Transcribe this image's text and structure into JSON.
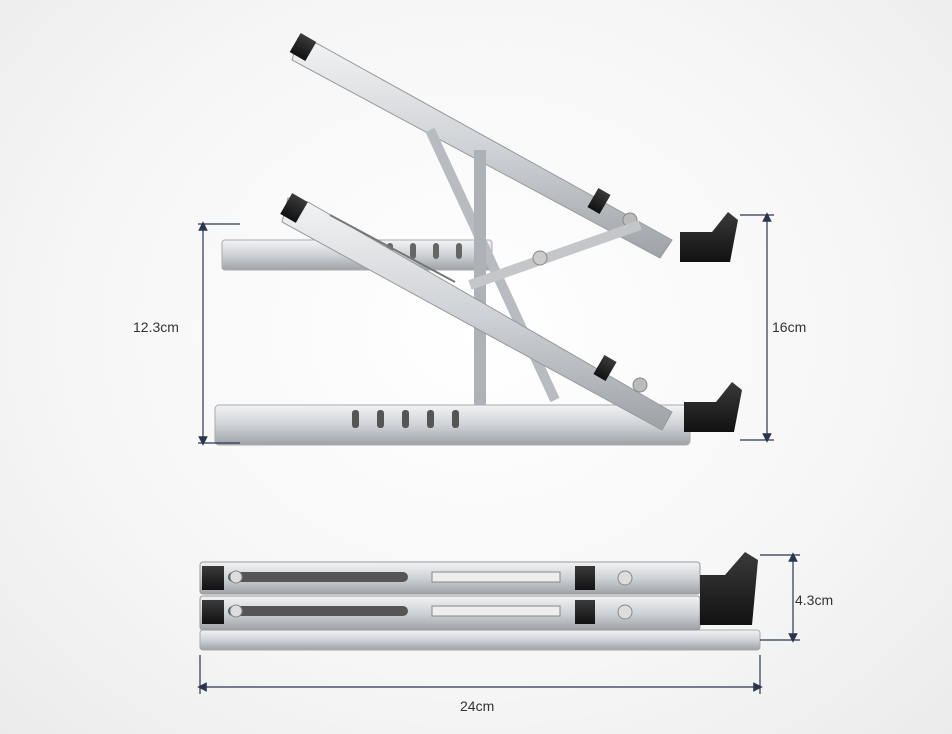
{
  "dimensions": {
    "open_front_height": "12.3cm",
    "open_rear_height": "16cm",
    "folded_height": "4.3cm",
    "length": "24cm"
  },
  "colors": {
    "aluminum": "#d4d6d9",
    "aluminum_dark": "#9a9da2",
    "rubber": "#1e1e1e",
    "dimension_line": "#2a3550"
  }
}
